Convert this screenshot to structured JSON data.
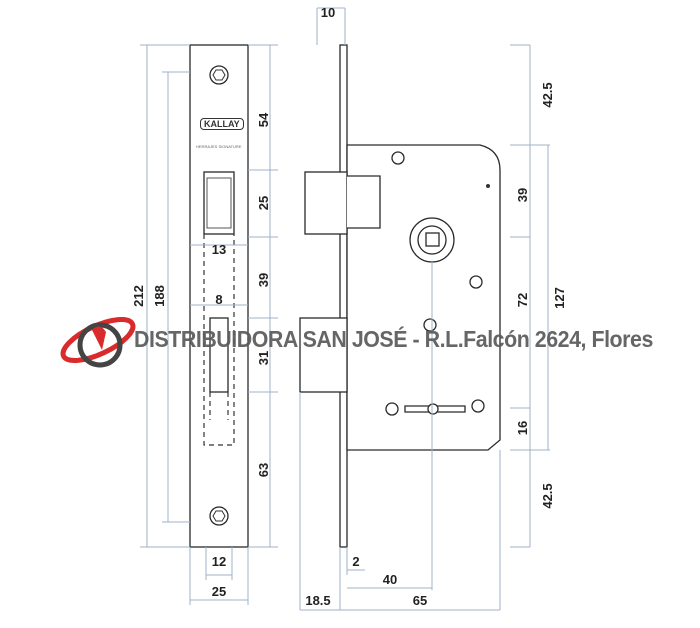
{
  "brand": {
    "logo_text": "KALLAY",
    "subtitle": "HERRAJES SIGNATURE"
  },
  "watermark": "DISTRIBUIDORA SAN JOSÉ - R.L.Falcón 2624, Flores",
  "front_view": {
    "overall_height": "212",
    "screw_spacing": "188",
    "segments": [
      "54",
      "25",
      "39",
      "31",
      "63"
    ],
    "latch_width": "13",
    "bolt_width": "8",
    "hole_spacing": "12",
    "plate_width": "25"
  },
  "side_view": {
    "plate_thickness": "10",
    "offset": "2",
    "backset": "40",
    "front_projection": "18.5",
    "body_depth": "65"
  },
  "right_dims": {
    "top": "42.5",
    "latch_to_hub": "39",
    "hub_to_key": "72",
    "body_height": "127",
    "key_to_bottom": "16",
    "bottom": "42.5"
  },
  "colors": {
    "line": "#2a2a2a",
    "dimension": "#9fb3c8",
    "logo": "#d92b2b"
  }
}
